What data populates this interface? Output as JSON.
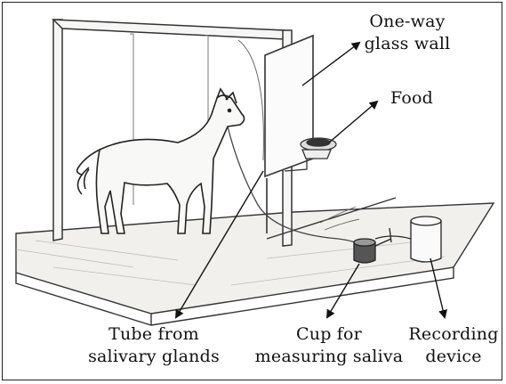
{
  "labels": {
    "glass_wall": [
      "One-way",
      "glass wall"
    ],
    "food": "Food",
    "tube": [
      "Tube from",
      "salivary glands"
    ],
    "cup": [
      "Cup for",
      "measuring saliva"
    ],
    "recording": [
      "Recording",
      "device"
    ]
  }
}
